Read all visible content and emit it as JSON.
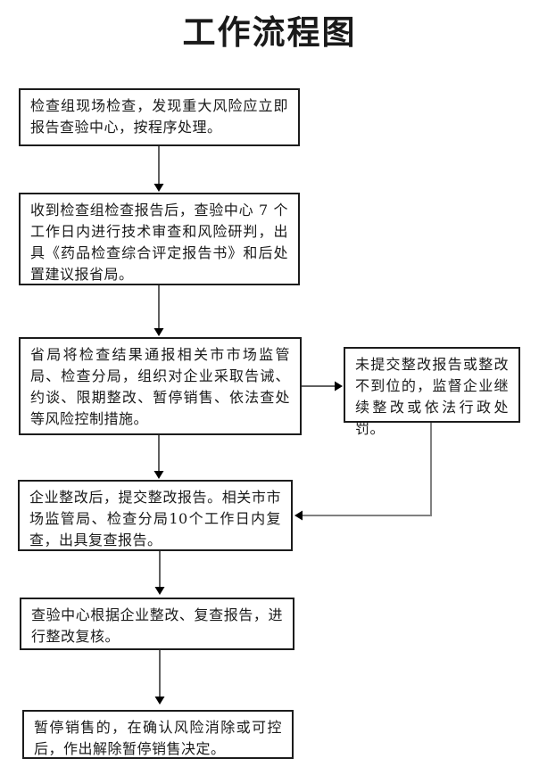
{
  "title": "工作流程图",
  "flowchart": {
    "nodes": [
      {
        "id": "step-1",
        "text": "检查组现场检查，发现重大风险应立即报告查验中心，按程序处理。"
      },
      {
        "id": "step-2",
        "text": "收到检查组检查报告后，查验中心 7 个工作日内进行技术审查和风险研判，出具《药品检查综合评定报告书》和后处置建议报省局。"
      },
      {
        "id": "step-3",
        "text": "省局将检查结果通报相关市市场监管局、检查分局，组织对企业采取告诫、约谈、限期整改、暂停销售、依法查处等风险控制措施。"
      },
      {
        "id": "step-4",
        "text": "企业整改后，提交整改报告。相关市市场监管局、检查分局10个工作日内复查，出具复查报告。"
      },
      {
        "id": "step-5",
        "text": "查验中心根据企业整改、复查报告，进行整改复核。"
      },
      {
        "id": "step-6",
        "text": "暂停销售的，在确认风险消除或可控后，作出解除暂停销售决定。"
      }
    ],
    "branch_node": {
      "id": "branch-1",
      "text": "未提交整改报告或整改不到位的，监督企业继续整改或依法行政处罚。"
    },
    "edges": [
      {
        "from": "step-1",
        "to": "step-2"
      },
      {
        "from": "step-2",
        "to": "step-3"
      },
      {
        "from": "step-3",
        "to": "branch-1"
      },
      {
        "from": "step-3",
        "to": "step-4"
      },
      {
        "from": "branch-1",
        "to": "step-4"
      },
      {
        "from": "step-4",
        "to": "step-5"
      },
      {
        "from": "step-5",
        "to": "step-6"
      }
    ]
  },
  "colors": {
    "background": "#ffffff",
    "box_border": "#1c1c1c",
    "text": "#1a1a1a",
    "connector": "#2b2b2b",
    "branch_connector": "#808080",
    "arrowhead": "#000000"
  }
}
